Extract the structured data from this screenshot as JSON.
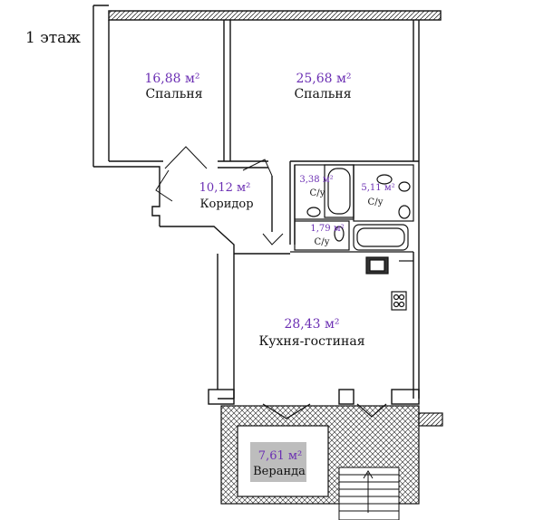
{
  "floor_label": "1 этаж",
  "rooms": [
    {
      "area": "16,88 м²",
      "name": "Спальня"
    },
    {
      "area": "25,68 м²",
      "name": "Спальня"
    },
    {
      "area": "10,12 м²",
      "name": "Коридор"
    },
    {
      "area": "3,38 м²",
      "name": "С/у"
    },
    {
      "area": "5,11 м²",
      "name": "С/у"
    },
    {
      "area": "1,79 м²",
      "name": "С/у"
    },
    {
      "area": "28,43 м²",
      "name": "Кухня-гостиная"
    },
    {
      "area": "7,61 м²",
      "name": "Веранда"
    }
  ],
  "colors": {
    "wall": "#111111",
    "area_text": "#6b2fb3",
    "veranda_label_bg": "#bdbdbd",
    "veranda_floor": "#ffffff"
  }
}
